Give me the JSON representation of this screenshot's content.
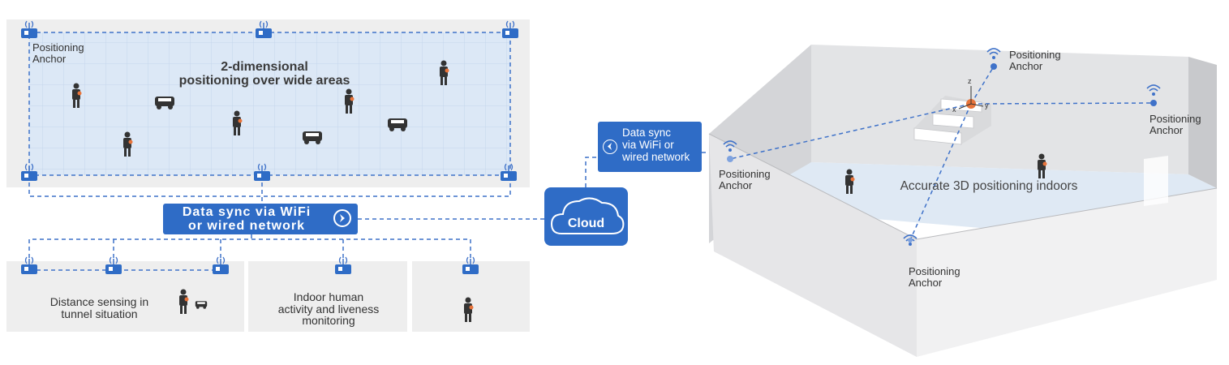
{
  "left_panel": {
    "anchor_label": "Positioning\nAnchor",
    "wide_area_title": "2-dimensional\npositioning over wide areas",
    "sync_label": "Data sync via WiFi\nor wired network",
    "tunnel_label": "Distance sensing in\ntunnel situation",
    "indoor_label": "Indoor human\nactivity and liveness\nmonitoring"
  },
  "cloud": {
    "label": "Cloud"
  },
  "right_panel": {
    "sync_label": "Data sync\nvia WiFi or\nwired network",
    "title": "Accurate 3D positioning indoors",
    "anchor_top": "Positioning\nAnchor",
    "anchor_right": "Positioning\nAnchor",
    "anchor_left": "Positioning\nAnchor",
    "anchor_bottom": "Positioning\nAnchor",
    "axis_x": "x",
    "axis_y": "y",
    "axis_z": "z"
  },
  "colors": {
    "brand_blue": "#2f6cc6",
    "dashed_line": "#3f72c9",
    "panel_gray": "#eeeeee",
    "grid_bg": "#dce8f6",
    "accent_orange": "#e8743b"
  }
}
